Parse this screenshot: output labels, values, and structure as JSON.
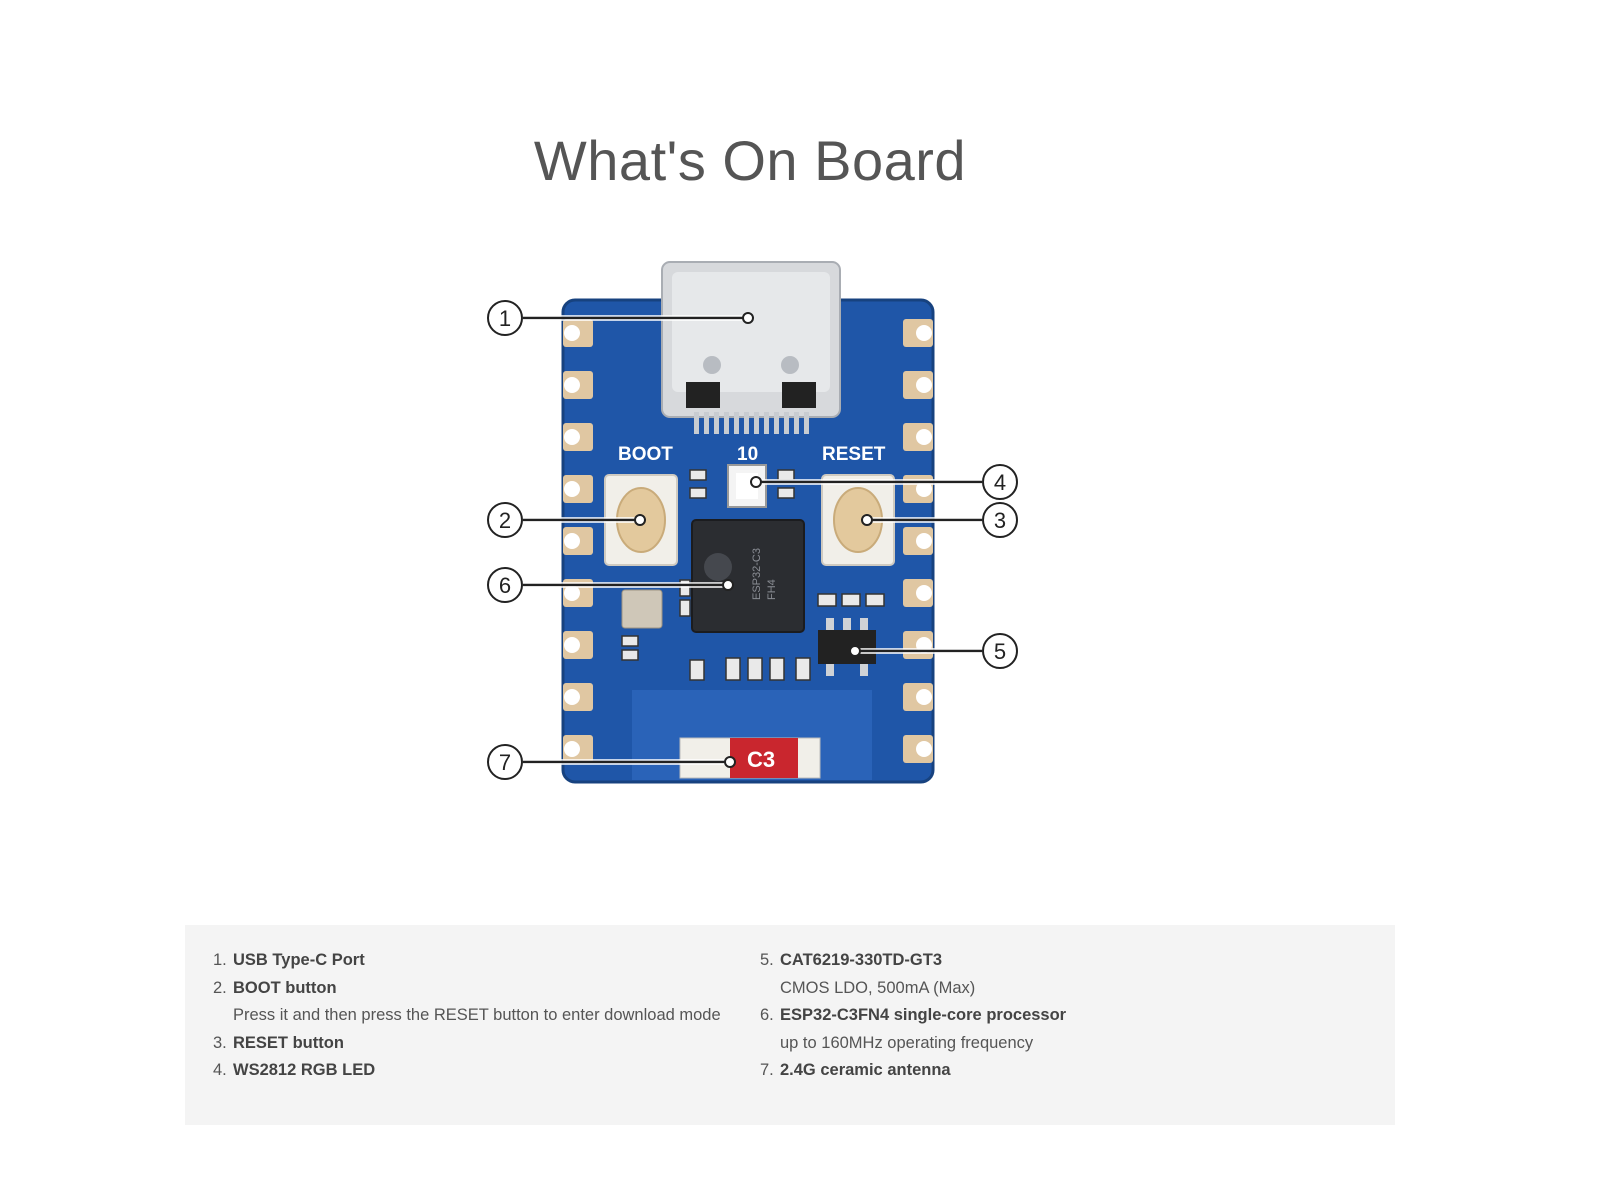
{
  "title": "What's On Board",
  "board": {
    "silkscreen": {
      "boot": "BOOT",
      "reset": "RESET",
      "pin": "10"
    },
    "chip_marking": [
      "ESP32-C3",
      "FH4"
    ],
    "antenna_marking": "C3",
    "colors": {
      "pcb": "#1f56a8",
      "pcb_dark": "#17427f",
      "pad": "#e0c7a2",
      "usb_shell": "#d7d9dc",
      "antenna": "#c9262e",
      "chip": "#2b2d31"
    }
  },
  "callouts": [
    "1",
    "2",
    "3",
    "4",
    "5",
    "6",
    "7"
  ],
  "legend": {
    "left": [
      {
        "num": "1.",
        "label": "USB Type-C Port",
        "desc": ""
      },
      {
        "num": "2.",
        "label": "BOOT button",
        "desc": "Press it and then press the RESET button to enter download mode"
      },
      {
        "num": "3.",
        "label": "RESET button",
        "desc": ""
      },
      {
        "num": "4.",
        "label": "WS2812 RGB LED",
        "desc": ""
      }
    ],
    "right": [
      {
        "num": "5.",
        "label": "CAT6219-330TD-GT3",
        "desc": "CMOS LDO, 500mA (Max)"
      },
      {
        "num": "6.",
        "label": "ESP32-C3FN4 single-core processor",
        "desc": "up to 160MHz operating frequency"
      },
      {
        "num": "7.",
        "label": "2.4G ceramic antenna",
        "desc": ""
      }
    ]
  }
}
